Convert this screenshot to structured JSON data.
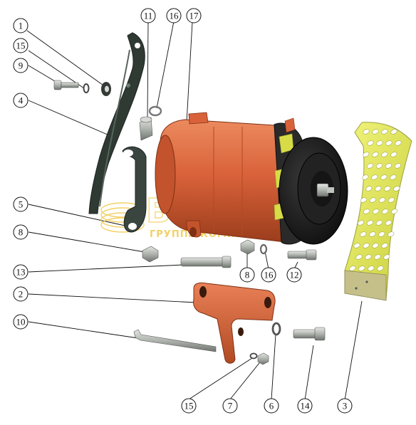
{
  "callouts": [
    {
      "id": "c1",
      "label": "1"
    },
    {
      "id": "c15a",
      "label": "15"
    },
    {
      "id": "c9",
      "label": "9"
    },
    {
      "id": "c4",
      "label": "4"
    },
    {
      "id": "c5",
      "label": "5"
    },
    {
      "id": "c8a",
      "label": "8"
    },
    {
      "id": "c13",
      "label": "13"
    },
    {
      "id": "c2",
      "label": "2"
    },
    {
      "id": "c10",
      "label": "10"
    },
    {
      "id": "c11",
      "label": "11"
    },
    {
      "id": "c16a",
      "label": "16"
    },
    {
      "id": "c17",
      "label": "17"
    },
    {
      "id": "c8b",
      "label": "8"
    },
    {
      "id": "c16b",
      "label": "16"
    },
    {
      "id": "c12",
      "label": "12"
    },
    {
      "id": "c15b",
      "label": "15"
    },
    {
      "id": "c7",
      "label": "7"
    },
    {
      "id": "c6",
      "label": "6"
    },
    {
      "id": "c14",
      "label": "14"
    },
    {
      "id": "c3",
      "label": "3"
    }
  ],
  "watermark": {
    "logo_text": "Бомаг",
    "company_text": "ГРУППА КОМПАНИЙ"
  },
  "colors": {
    "housing": "#d9623a",
    "housing_dark": "#a8431f",
    "bracket": "#d8683c",
    "strap": "#2f3a33",
    "shield": "#e8ef57",
    "shield_edge": "#9aa040",
    "pulley": "#1c1c1c",
    "fan_yellow": "#d7dc46",
    "bolt": "#b7bcb6",
    "watermark": "#f2c94c"
  }
}
